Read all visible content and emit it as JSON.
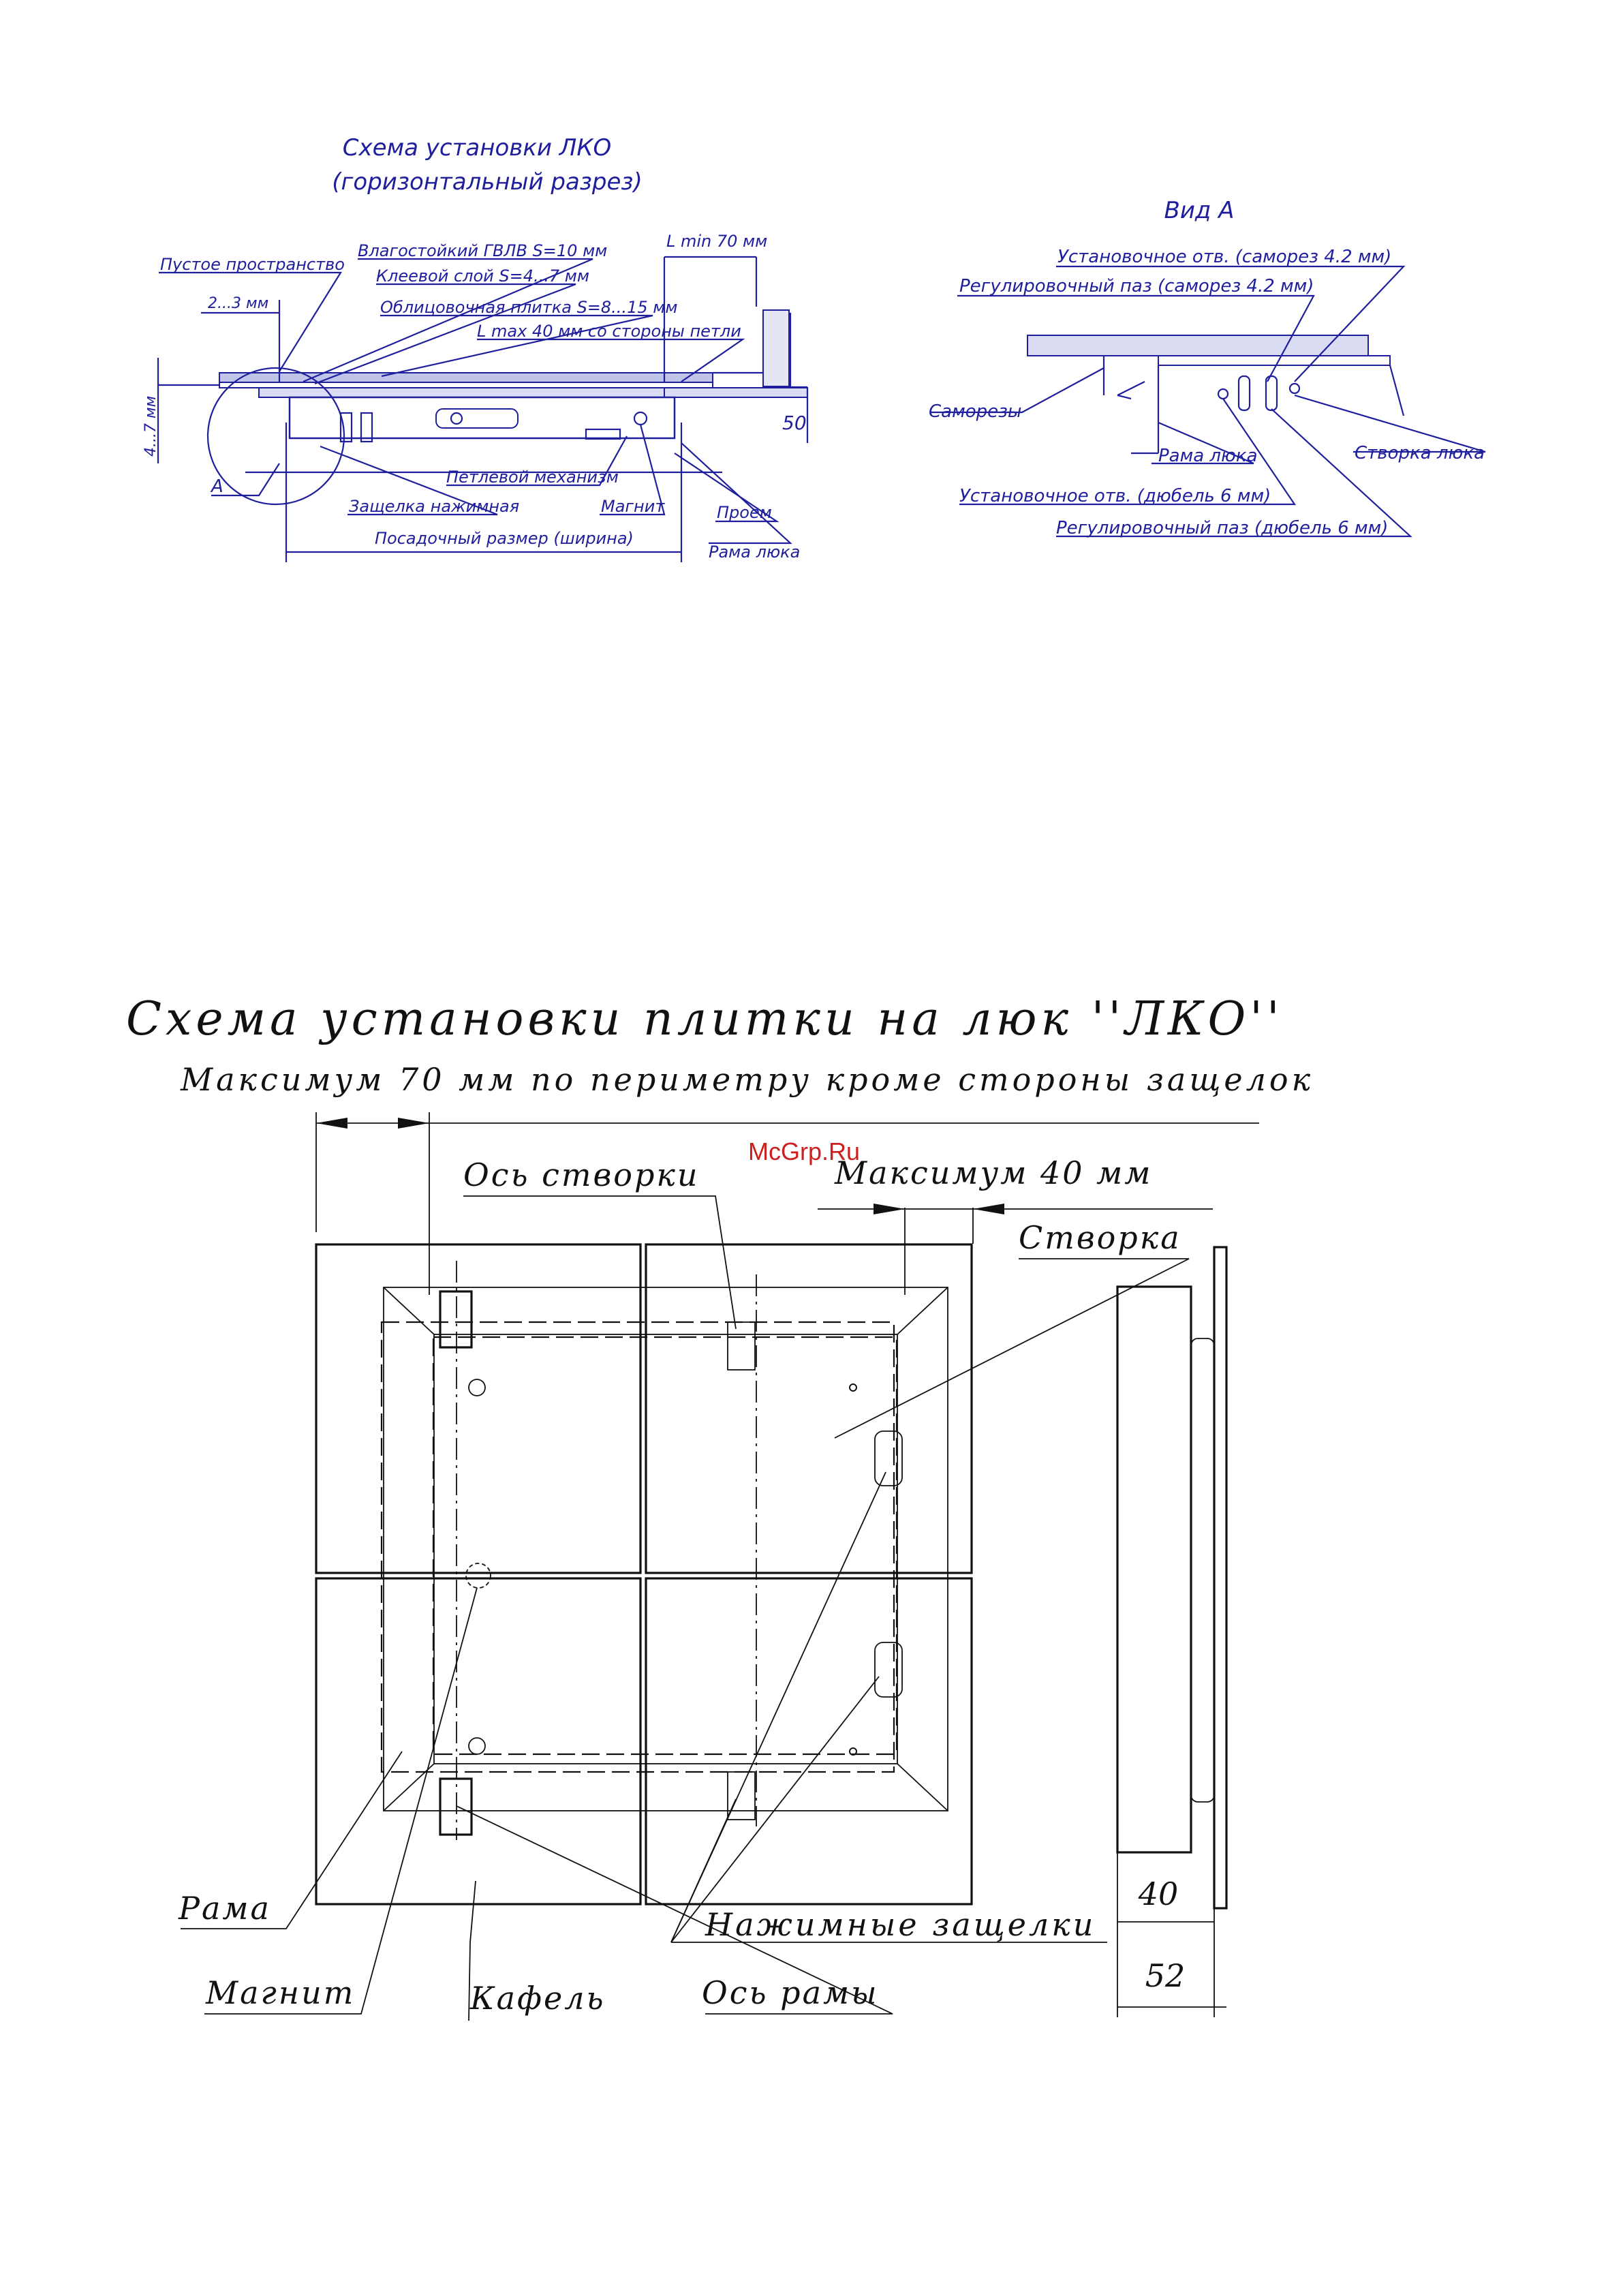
{
  "section1": {
    "title_line1": "Схема установки ЛКО",
    "title_line2": "(горизонтальный разрез)",
    "labels": {
      "empty_space": "Пустое пространство",
      "gvlv": "Влагостойкий ГВЛВ S=10 мм",
      "glue": "Клеевой слой S=4...7 мм",
      "tile": "Облицовочная плитка S=8...15 мм",
      "lmax": "L max 40 мм со стороны петли",
      "lmin": "L min 70 мм",
      "gap": "2...3 мм",
      "dim_4_7": "4...7 мм",
      "dim_50": "50",
      "view_a": "А",
      "hinge": "Петлевой механизм",
      "latch": "Защелка нажимная",
      "magnet": "Магнит",
      "opening": "Проем",
      "seat": "Посадочный размер (ширина)",
      "frame": "Рама люка"
    }
  },
  "section2": {
    "title": "Вид А",
    "labels": {
      "mount_screw": "Установочное отв. (саморез 4.2 мм)",
      "adjust_screw": "Регулировочный паз (саморез 4.2 мм)",
      "screws": "Саморезы",
      "frame": "Рама люка",
      "door": "Створка люка",
      "mount_dowel": "Установочное отв. (дюбель 6 мм)",
      "adjust_dowel": "Регулировочный паз (дюбель 6 мм)"
    }
  },
  "section3": {
    "title": "Схема установки плитки на люк ''ЛКО''",
    "subtitle": "Максимум 70 мм по периметру кроме стороны защелок",
    "watermark": "McGrp.Ru",
    "labels": {
      "door_axis": "Ось створки",
      "max40": "Максимум 40 мм",
      "door": "Створка",
      "frame": "Рама",
      "magnet": "Магнит",
      "tile": "Кафель",
      "frame_axis": "Ось рамы",
      "latches": "Нажимные защелки",
      "dim40": "40",
      "dim52": "52"
    }
  }
}
